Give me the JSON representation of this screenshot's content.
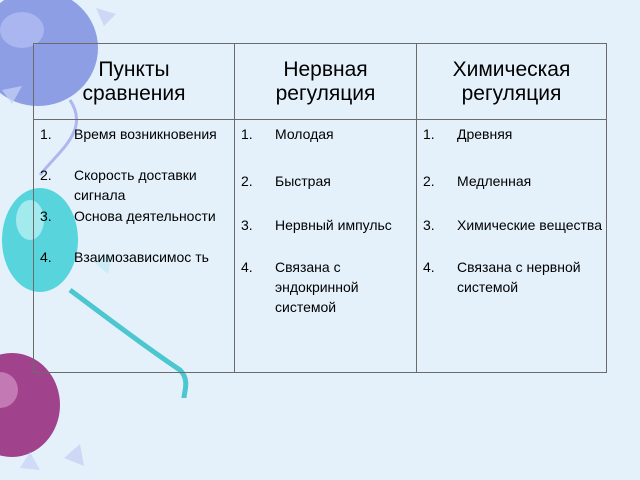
{
  "table": {
    "headers": [
      "Пункты сравнения",
      "Нервная регуляция",
      "Химическая регуляция"
    ],
    "columns": [
      {
        "items": [
          {
            "num": "1.",
            "text": "Время возникновения"
          },
          {
            "num": "2.",
            "text": "Скорость доставки сигнала"
          },
          {
            "num": "3.",
            "text": "Основа деятельности"
          },
          {
            "num": "4.",
            "text": "Взаимозависимос ть"
          }
        ]
      },
      {
        "items": [
          {
            "num": "1.",
            "text": "Молодая"
          },
          {
            "num": "2.",
            "text": "Быстрая"
          },
          {
            "num": "3.",
            "text": "Нервный импульс"
          },
          {
            "num": "4.",
            "text": "Связана с эндокринной системой"
          }
        ]
      },
      {
        "items": [
          {
            "num": "1.",
            "text": "Древняя"
          },
          {
            "num": "2.",
            "text": "Медленная"
          },
          {
            "num": "3.",
            "text": "Химические вещества"
          },
          {
            "num": "4.",
            "text": "Связана с нервной системой"
          }
        ]
      }
    ]
  }
}
